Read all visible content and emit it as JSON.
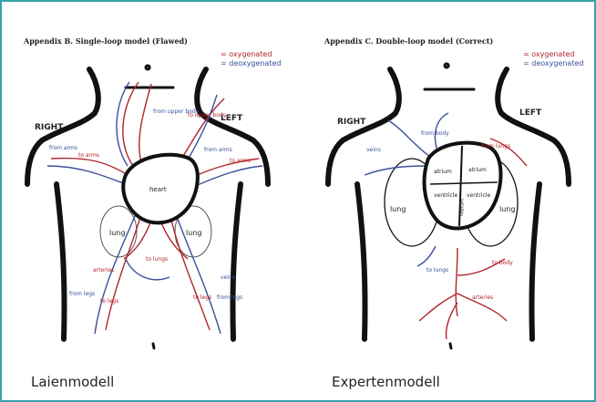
{
  "left_panel": {
    "heading": "Appendix B. Single-loop model (Flawed)",
    "legend_oxygenated": "= oxygenated",
    "legend_deoxygenated": "= deoxygenated",
    "side_right": "RIGHT",
    "side_left": "LEFT",
    "labels": {
      "heart": "heart",
      "lung_left": "lung",
      "lung_right": "lung",
      "from_upper_body": "from upper body",
      "to_upper_body": "to upper body",
      "from_arms_left": "from arms",
      "to_arms_left": "to arms",
      "from_arms_right": "from arms",
      "to_arms_right": "to arms",
      "to_lungs": "to lungs",
      "arteries": "arteries",
      "from_legs_left": "from legs",
      "to_legs_left": "to legs",
      "veins": "veins",
      "to_legs_right": "to legs",
      "from_legs_right": "from legs"
    }
  },
  "right_panel": {
    "heading": "Appendix C. Double-loop model (Correct)",
    "legend_oxygenated": "= oxygenated",
    "legend_deoxygenated": "= deoxygenated",
    "side_right": "RIGHT",
    "side_left": "LEFT",
    "labels": {
      "from_body": "from body",
      "veins": "veins",
      "from_lungs": "from lungs",
      "atrium_left": "atrium",
      "atrium_right": "atrium",
      "ventricle_left": "ventricle",
      "ventricle_right": "ventricle",
      "septum": "septum",
      "lung_left": "lung",
      "lung_right": "lung",
      "to_lungs": "to lungs",
      "to_body": "to body",
      "arteries": "arteries"
    }
  },
  "captions": {
    "left": "Laienmodell",
    "right": "Expertenmodell"
  },
  "colors": {
    "frame": "#33a4ab",
    "oxygenated": "#b0262b",
    "deoxygenated": "#3b4f9c",
    "outline": "#111111"
  }
}
